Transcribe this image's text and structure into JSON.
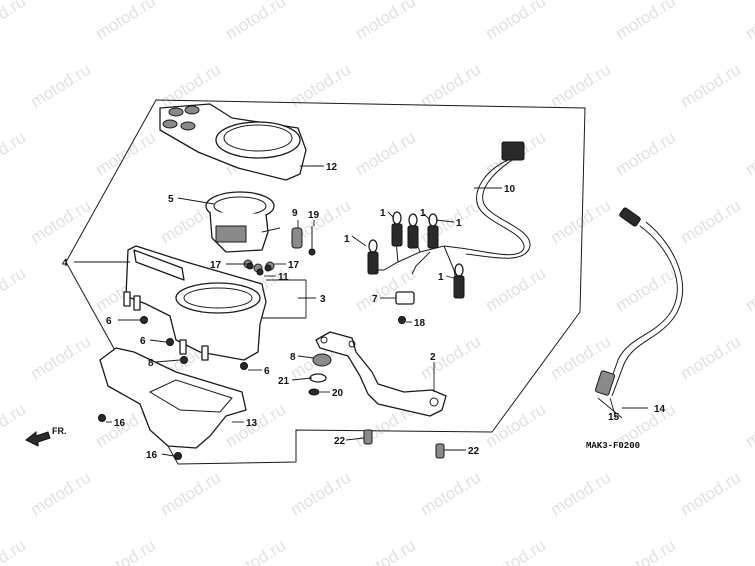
{
  "watermark": "motod.ru",
  "direction_label": "FR.",
  "diagram_code": "MAK3-F0200",
  "part_labels": {
    "p1a": "1",
    "p1b": "1",
    "p1c": "1",
    "p1d": "1",
    "p1e": "1",
    "p2": "2",
    "p3": "3",
    "p4": "4",
    "p5": "5",
    "p6a": "6",
    "p6b": "6",
    "p6c": "6",
    "p7": "7",
    "p8a": "8",
    "p8b": "8",
    "p9": "9",
    "p10": "10",
    "p11": "11",
    "p12": "12",
    "p13": "13",
    "p14": "14",
    "p15": "15",
    "p16a": "16",
    "p16b": "16",
    "p17a": "17",
    "p17b": "17",
    "p18": "18",
    "p19": "19",
    "p20": "20",
    "p21": "21",
    "p22a": "22",
    "p22b": "22"
  }
}
